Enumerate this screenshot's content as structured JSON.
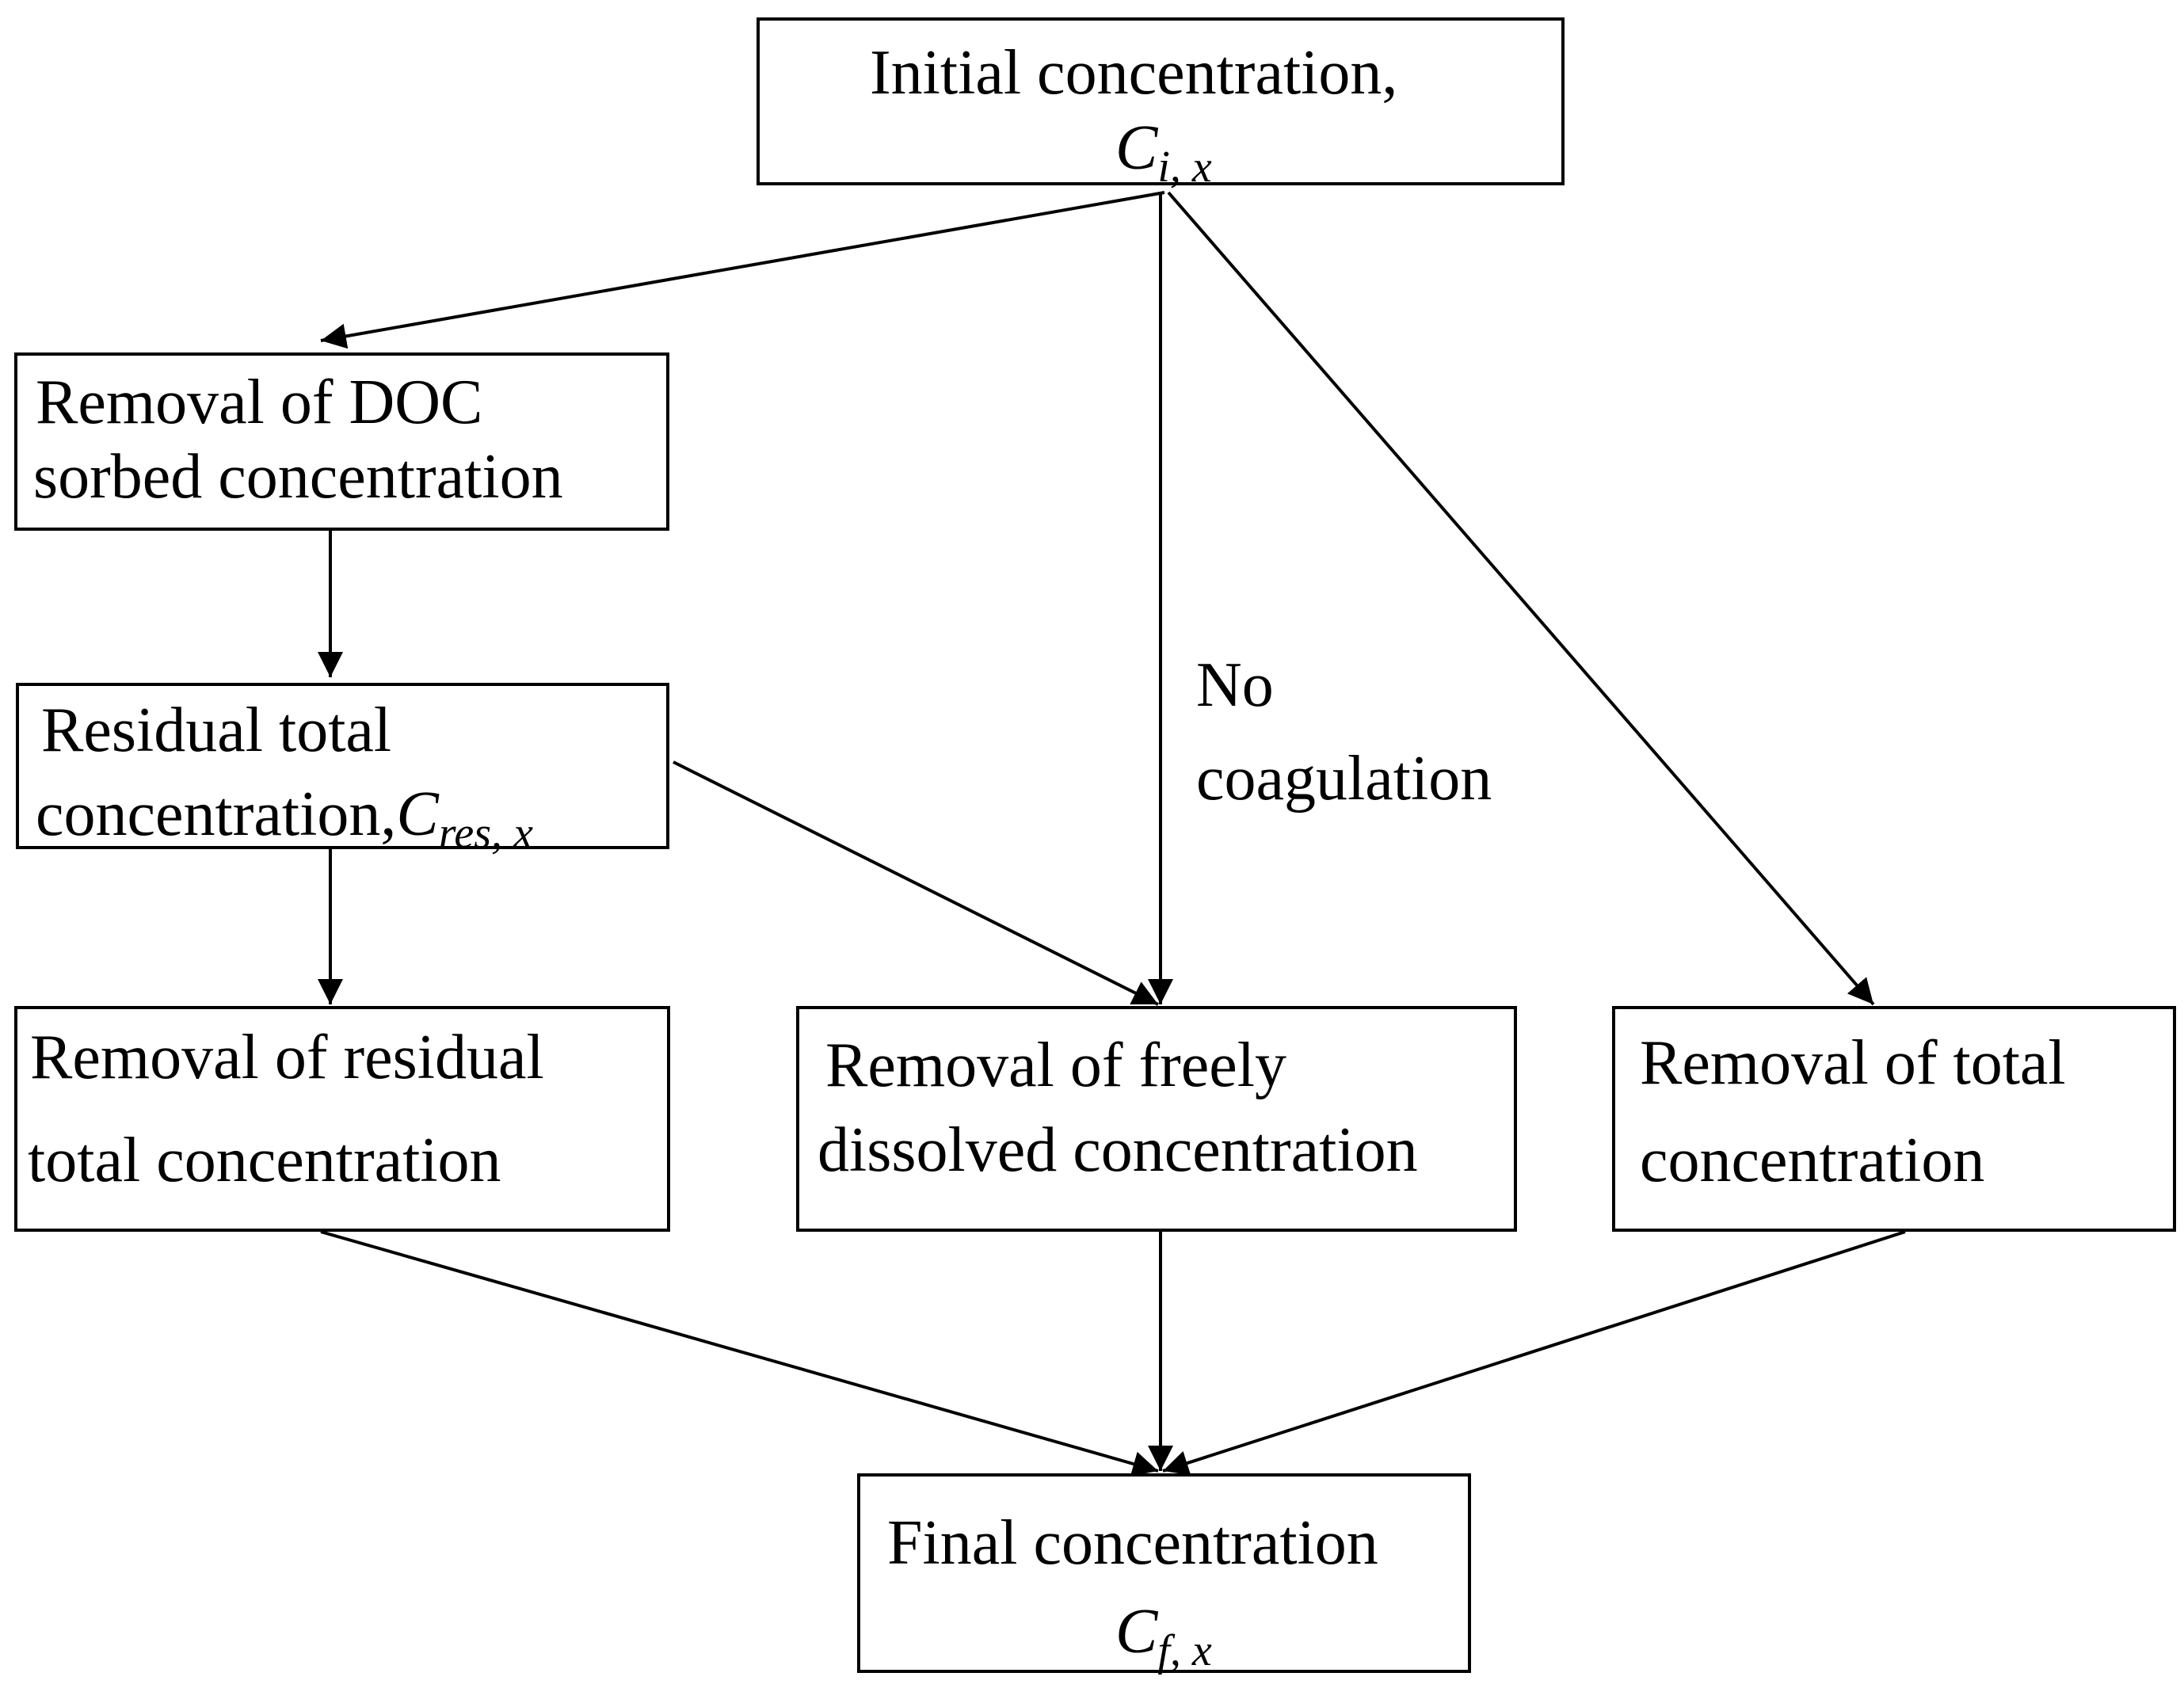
{
  "nodes": {
    "initial": {
      "line1": "Initial concentration,",
      "symbol": "C",
      "subscript": "i, x"
    },
    "doc_removal": {
      "line1": "Removal of DOC",
      "line2": "sorbed concentration"
    },
    "residual": {
      "line1": "Residual total",
      "line2": "concentration,",
      "symbol": "C",
      "subscript": "res, x"
    },
    "removal_residual": {
      "line1": "Removal of residual",
      "line2": "total concentration"
    },
    "removal_free": {
      "line1": "Removal of freely",
      "line2": "dissolved concentration"
    },
    "removal_total": {
      "line1": "Removal of total",
      "line2": "concentration"
    },
    "final": {
      "line1": "Final concentration",
      "symbol": "C",
      "subscript": "f, x"
    }
  },
  "edge_labels": {
    "no_coagulation": {
      "line1": "No",
      "line2": "coagulation"
    }
  },
  "edges": [
    {
      "from": "initial",
      "to": "doc_removal"
    },
    {
      "from": "initial",
      "to": "removal_free",
      "label": "no_coagulation"
    },
    {
      "from": "initial",
      "to": "removal_total"
    },
    {
      "from": "doc_removal",
      "to": "residual"
    },
    {
      "from": "residual",
      "to": "removal_residual"
    },
    {
      "from": "residual",
      "to": "removal_free"
    },
    {
      "from": "removal_residual",
      "to": "final"
    },
    {
      "from": "removal_free",
      "to": "final"
    },
    {
      "from": "removal_total",
      "to": "final"
    }
  ]
}
